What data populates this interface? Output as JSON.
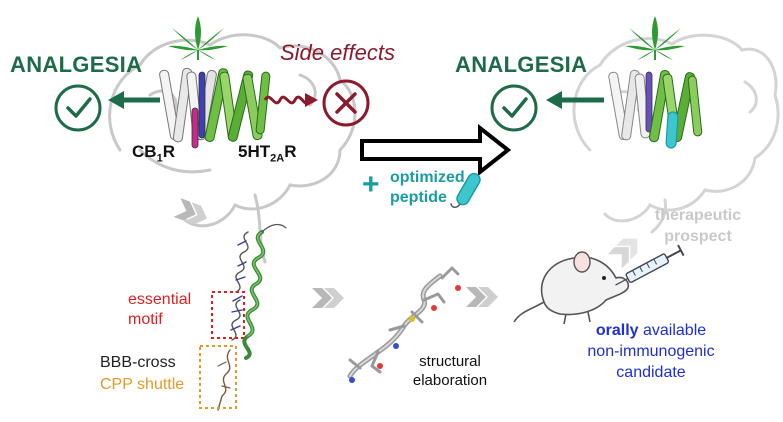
{
  "left_panel": {
    "analgesia": "ANALGESIA",
    "side_effects": "Side effects",
    "receptor_1": {
      "base": "CB",
      "sub": "1",
      "tail": "R"
    },
    "receptor_2": {
      "base": "5HT",
      "sub": "2A",
      "tail": "R"
    }
  },
  "middle": {
    "plus": "+",
    "optimized_peptide": "optimized peptide"
  },
  "right_panel": {
    "analgesia": "ANALGESIA",
    "therapeutic": "therapeutic",
    "prospect": "prospect"
  },
  "bottom": {
    "essential": "essential",
    "motif": "motif",
    "bbb_cross": "BBB-cross",
    "cpp_shuttle": "CPP shuttle",
    "structural": "structural",
    "elaboration": "elaboration",
    "orally": "orally",
    "available": "available",
    "non_immunogenic": "non-immunogenic",
    "candidate": "candidate"
  },
  "colors": {
    "green_dark": "#1e6b4a",
    "side_red": "#8b1a2c",
    "teal": "#1a9ca4",
    "red": "#e02020",
    "orange": "#e39a2a",
    "blue": "#1f2fd8",
    "gray": "#c9c9c9"
  },
  "icons": [
    "cannabis-leaf-icon",
    "check-circle-icon",
    "cross-circle-icon",
    "syringe-icon",
    "mouse-icon",
    "peptide-tube-icon",
    "chevron-icon"
  ]
}
